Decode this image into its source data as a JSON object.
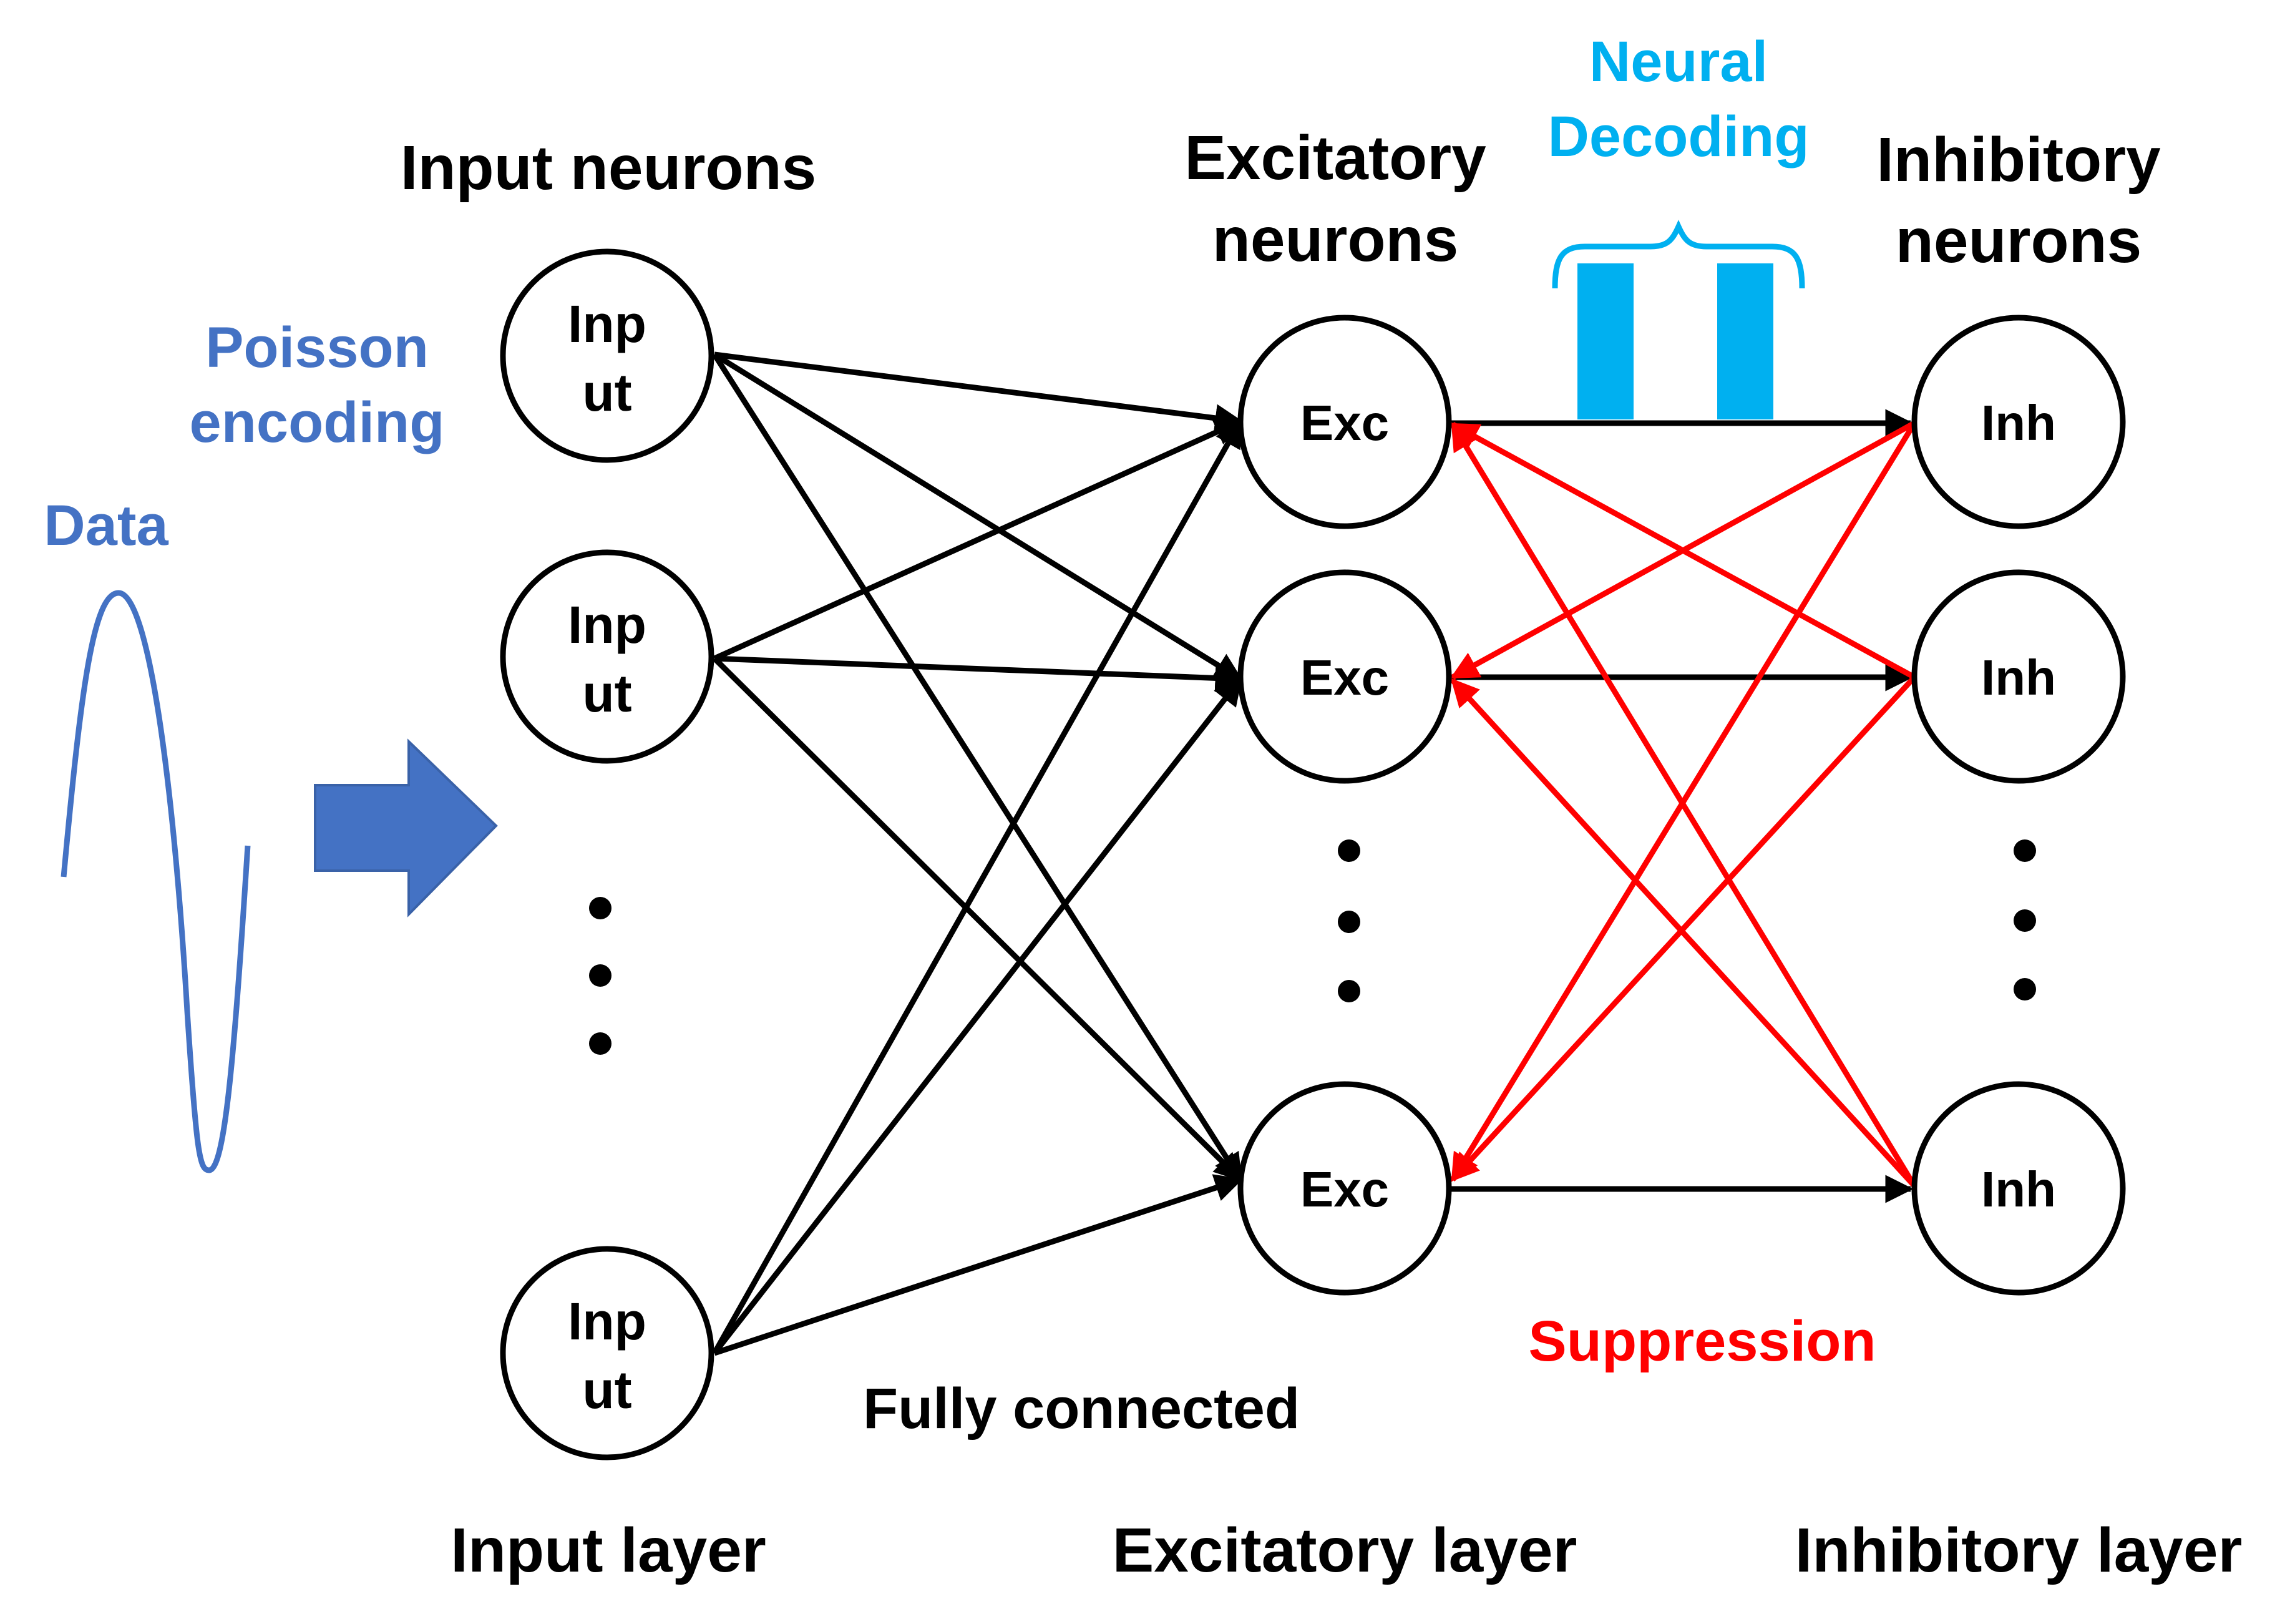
{
  "labels": {
    "data": "Data",
    "poisson_line1": "Poisson",
    "poisson_line2": "encoding",
    "input_neurons": "Input neurons",
    "excitatory_line1": "Excitatory",
    "excitatory_line2": "neurons",
    "inhibitory_line1": "Inhibitory",
    "inhibitory_line2": "neurons",
    "decoding_line1": "Neural",
    "decoding_line2": "Decoding",
    "fully_connected": "Fully connected",
    "suppression": "Suppression",
    "input_layer": "Input layer",
    "excitatory_layer": "Excitatory layer",
    "inhibitory_layer": "Inhibitory layer"
  },
  "nodes": {
    "input_line1": "Inp",
    "input_line2": "ut",
    "exc": "Exc",
    "inh": "Inh"
  },
  "colors": {
    "data_blue": "#4472C4",
    "decoding_cyan": "#00B0F0",
    "suppression_red": "#FF0000"
  }
}
